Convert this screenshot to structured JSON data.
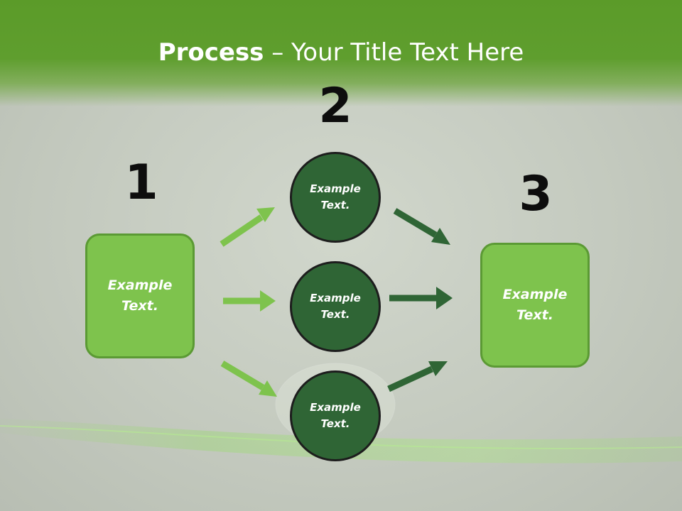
{
  "title": {
    "bold": "Process",
    "rest": " – Your Title Text Here"
  },
  "steps": [
    {
      "number": "1",
      "text": "Example Text."
    },
    {
      "number": "2",
      "items": [
        "Example Text.",
        "Example Text.",
        "Example Text."
      ]
    },
    {
      "number": "3",
      "text": "Example Text."
    }
  ],
  "colors": {
    "header_green": "#5b9b29",
    "box_green": "#7ec34d",
    "circle_green": "#2f6535",
    "arrow_light": "#7ec34d",
    "arrow_dark": "#2f6535"
  }
}
